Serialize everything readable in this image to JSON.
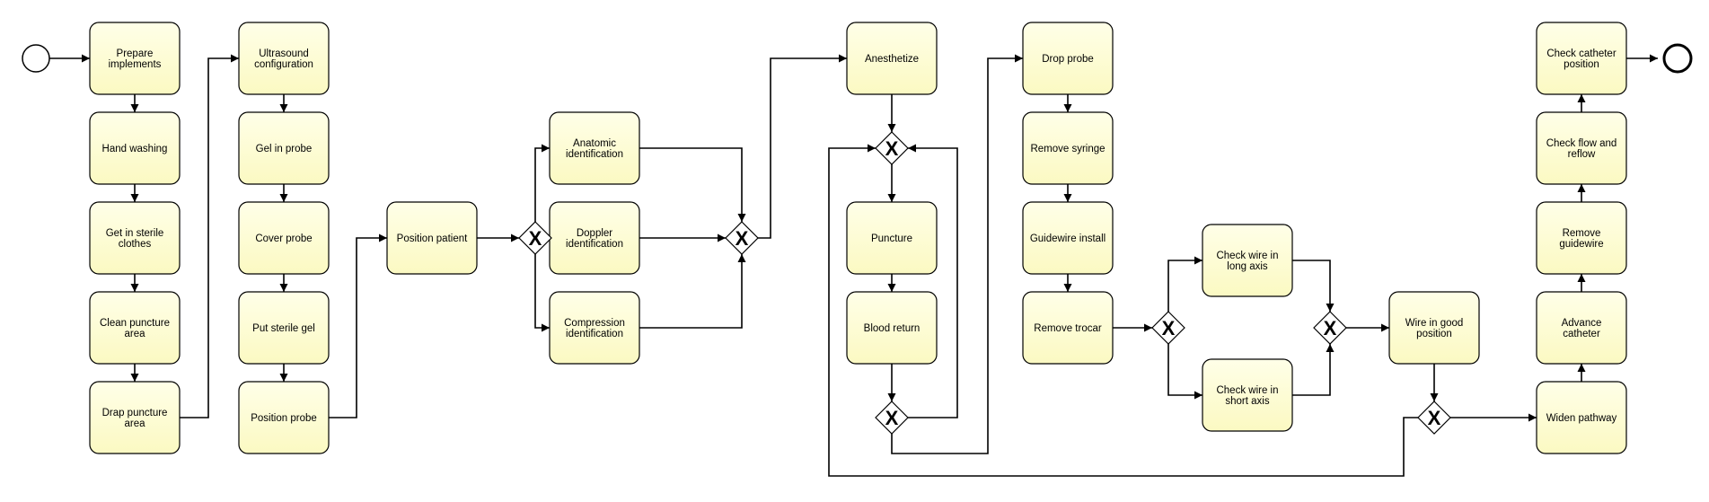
{
  "diagram": {
    "tasks": {
      "prepare": [
        "Prepare",
        "implements"
      ],
      "hand_washing": [
        "Hand washing"
      ],
      "sterile_clothes": [
        "Get in sterile",
        "clothes"
      ],
      "clean_area": [
        "Clean puncture",
        "area"
      ],
      "drap_area": [
        "Drap puncture",
        "area"
      ],
      "ultrasound_config": [
        "Ultrasound",
        "configuration"
      ],
      "gel_probe": [
        "Gel in probe"
      ],
      "cover_probe": [
        "Cover probe"
      ],
      "sterile_gel": [
        "Put sterile gel"
      ],
      "position_probe": [
        "Position probe"
      ],
      "position_patient": [
        "Position patient"
      ],
      "anatomic_id": [
        "Anatomic",
        "identification"
      ],
      "doppler_id": [
        "Doppler",
        "identification"
      ],
      "compression_id": [
        "Compression",
        "identification"
      ],
      "anesthetize": [
        "Anesthetize"
      ],
      "puncture": [
        "Puncture"
      ],
      "blood_return": [
        "Blood return"
      ],
      "drop_probe": [
        "Drop probe"
      ],
      "remove_syringe": [
        "Remove syringe"
      ],
      "guidewire_install": [
        "Guidewire install"
      ],
      "remove_trocar": [
        "Remove trocar"
      ],
      "check_long_axis": [
        "Check wire in",
        "long axis"
      ],
      "check_short_axis": [
        "Check wire in",
        "short axis"
      ],
      "wire_good_position": [
        "Wire in good",
        "position"
      ],
      "widen_pathway": [
        "Widen pathway"
      ],
      "advance_catheter": [
        "Advance",
        "catheter"
      ],
      "remove_guidewire": [
        "Remove",
        "guidewire"
      ],
      "check_flow": [
        "Check flow and",
        "reflow"
      ],
      "check_catheter": [
        "Check catheter",
        "position"
      ]
    },
    "gateway_symbol": "X",
    "colors": {
      "task_fill_top": "#ffffe8",
      "task_fill_bottom": "#fbf9c2",
      "stroke": "#000000"
    }
  }
}
